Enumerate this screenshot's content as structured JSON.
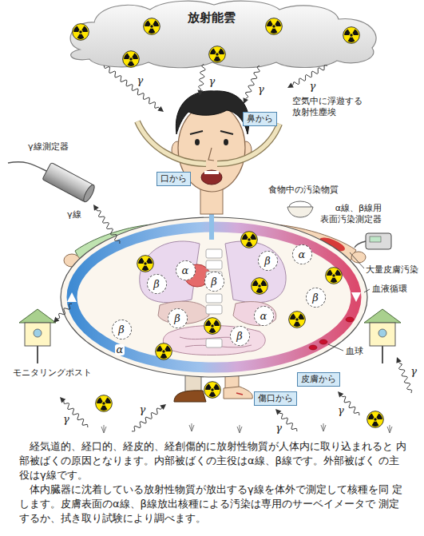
{
  "diagram": {
    "caption": "経気道的、経口的、経皮的、経創傷的に放射性物質が人体内に取り込まれると 内部被ばくの原因となります。内部被ばくの主役はα線、β線です。外部被ばく の主役はγ線です。",
    "nodes": [
      {
        "text": [
          "放射能雲"
        ]
      },
      {
        "text": [
          "鼻から"
        ]
      },
      {
        "text": [
          "口から"
        ]
      },
      {
        "text": [
          "α"
        ]
      },
      {
        "text": [
          "β"
        ]
      },
      {
        "text": [
          "α"
        ]
      },
      {
        "text": [
          "β"
        ]
      },
      {
        "text": [
          "β"
        ]
      },
      {
        "text": [
          "β"
        ]
      },
      {
        "text": [
          "α"
        ]
      },
      {
        "text": [
          "β"
        ]
      },
      {
        "text": [
          "β"
        ]
      },
      {
        "text": [
          "β"
        ]
      },
      {
        "text": [
          "皮膚から"
        ]
      },
      {
        "text": [
          "傷口から"
        ]
      }
    ],
    "labels": [
      "γ",
      "γ",
      "γ",
      "γ",
      "空気中に浮遊する 放射性塵埃",
      "γ線測定器",
      "食物中の汚染物質",
      "α線、β線用 表面汚染測定器",
      "γ線",
      "大量皮膚汚染",
      "血液循環",
      "α",
      "血球",
      "モニタリングポスト",
      "γ",
      "γ",
      "γ",
      "γ",
      "γ",
      "体内臓器に沈着している放射性物質が放出するγ線を体外で測定して核種を同 定します。皮膚表面のα線、β線放出核種による汚染は専用のサーベイメータで 測定するか、拭き取り試験により調べます。"
    ]
  }
}
